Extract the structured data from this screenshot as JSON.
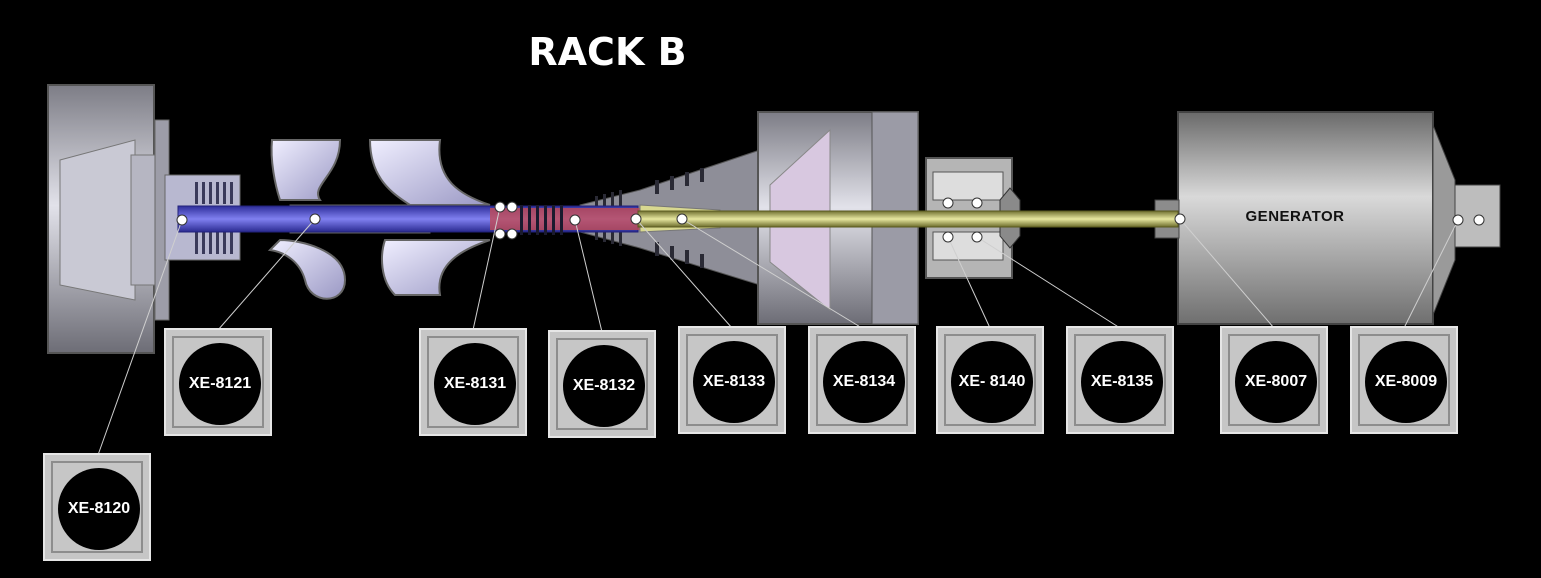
{
  "title": "RACK B",
  "machine_label": "GENERATOR",
  "probes": [
    {
      "tag": "XE-8120"
    },
    {
      "tag": "XE-8121"
    },
    {
      "tag": "XE-8131"
    },
    {
      "tag": "XE-8132"
    },
    {
      "tag": "XE-8133"
    },
    {
      "tag": "XE-8134"
    },
    {
      "tag": "XE- 8140"
    },
    {
      "tag": "XE-8135"
    },
    {
      "tag": "XE-8007"
    },
    {
      "tag": "XE-8009"
    }
  ]
}
